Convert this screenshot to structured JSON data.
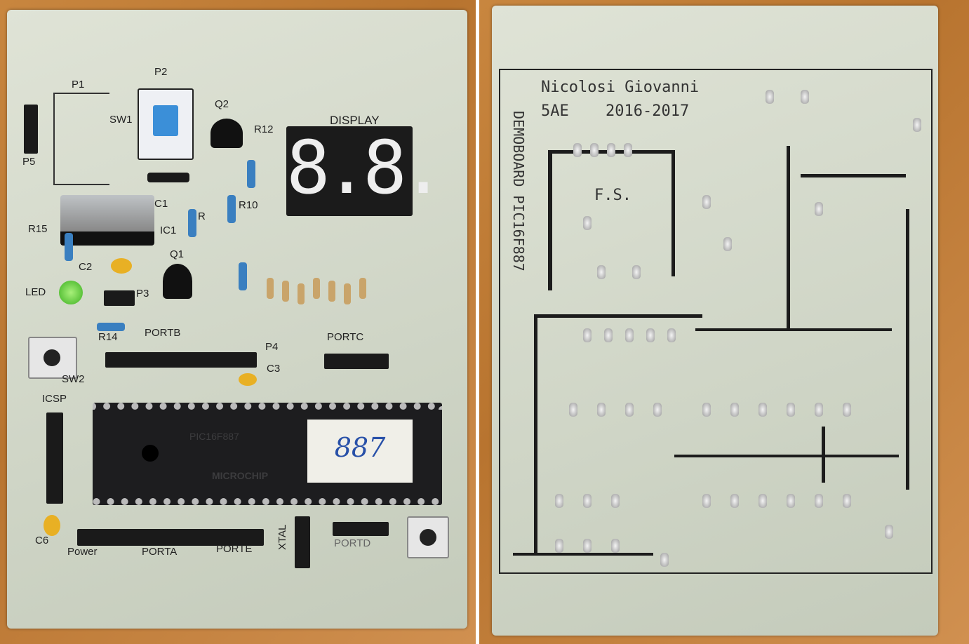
{
  "left_board": {
    "labels": {
      "p1": "P1",
      "p2": "P2",
      "sw1": "SW1",
      "q2": "Q2",
      "r12": "R12",
      "display": "DISPLAY",
      "p5": "P5",
      "c1": "C1",
      "r15": "R15",
      "ic1": "IC1",
      "r": "R",
      "r10": "R10",
      "q1": "Q1",
      "c2": "C2",
      "led": "LED",
      "p3": "P3",
      "r14": "R14",
      "portb": "PORTB",
      "portc": "PORTC",
      "p4": "P4",
      "c3": "C3",
      "sw2": "SW2",
      "icsp": "ICSP",
      "c6": "C6",
      "power": "Power",
      "porta": "PORTA",
      "porte": "PORTE",
      "xtal": "XTAL",
      "portd": "PORTD"
    },
    "display_digits": "8.8.",
    "chip": {
      "part": "PIC16F887",
      "brand": "MICROCHIP",
      "sticker": "887"
    }
  },
  "right_board": {
    "author": "Nicolosi Giovanni",
    "class": "5AE",
    "year": "2016-2017",
    "title": "DEMOBOARD PIC16F887",
    "initials": "F.S."
  },
  "colors": {
    "wood": "#c8863f",
    "board": "#d8dcd0",
    "copper_trace": "#1c1c1c",
    "solder": "#c0c0c0"
  }
}
